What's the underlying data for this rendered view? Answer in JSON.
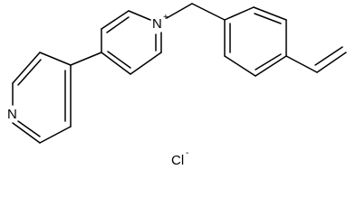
{
  "molecule": {
    "pyridine_nitrogen": "N",
    "pyridinium_nitrogen": "N",
    "pyridinium_charge": "+"
  },
  "counterion": {
    "symbol": "Cl",
    "charge": "-"
  },
  "colors": {
    "bond": "#000000",
    "text": "#000000",
    "background": "#ffffff"
  }
}
